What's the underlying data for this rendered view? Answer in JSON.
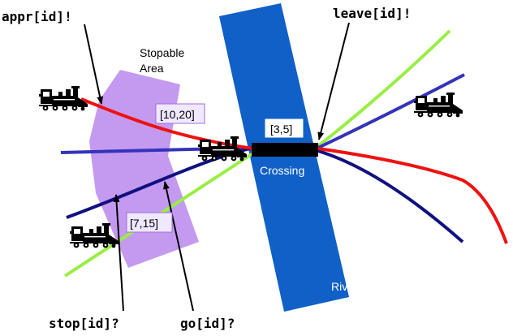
{
  "labels": {
    "appr": "appr[id]!",
    "leave": "leave[id]!",
    "stop": "stop[id]?",
    "go": "go[id]?",
    "stopable_line1": "Stopable",
    "stopable_line2": "Area",
    "interval_appr": "[10,20]",
    "interval_cross": "[3,5]",
    "interval_stop": "[7,15]",
    "crossing": "Crossing",
    "river": "River"
  },
  "colors": {
    "river": "#1060c8",
    "stopable_area": "#c49af0",
    "red_track": "#ee1111",
    "blue_track": "#3333bb",
    "navy_track": "#101080",
    "green_track": "#99ee44",
    "crossing_bar": "#000000"
  },
  "icons": [
    "train-icon",
    "train-icon",
    "train-icon",
    "train-icon"
  ]
}
